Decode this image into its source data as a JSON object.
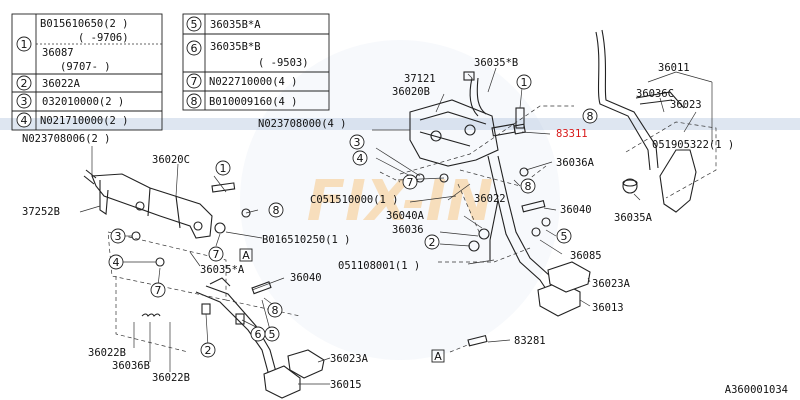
{
  "legend_left": [
    {
      "num": "1",
      "lines": [
        "B015610650(2 )",
        "( -9706)",
        "36087",
        "(9707- )"
      ]
    },
    {
      "num": "2",
      "lines": [
        "36022A"
      ]
    },
    {
      "num": "3",
      "lines": [
        "032010000(2 )"
      ]
    },
    {
      "num": "4",
      "lines": [
        "N021710000(2 )"
      ]
    }
  ],
  "legend_right": [
    {
      "num": "5",
      "lines": [
        "36035B*A"
      ]
    },
    {
      "num": "6",
      "lines": [
        "36035B*B",
        "( -9503)"
      ]
    },
    {
      "num": "7",
      "lines": [
        "N022710000(4 )"
      ]
    },
    {
      "num": "8",
      "lines": [
        "B010009160(4 )"
      ]
    }
  ],
  "callouts": {
    "n023708006": "N023708006(2 )",
    "p36020C": "36020C",
    "p37252B": "37252B",
    "b016510250": "B016510250(1 )",
    "p36035A_star": "36035*A",
    "p36040_left": "36040",
    "p36022B_1": "36022B",
    "p36036B": "36036B",
    "p36022B_2": "36022B",
    "p36023A_left": "36023A",
    "p36015": "36015",
    "p37121": "37121",
    "p36035B_star": "36035*B",
    "p36020B": "36020B",
    "n023708000": "N023708000(4 )",
    "p83311": "83311",
    "p36036A": "36036A",
    "c051510000": "C051510000(1 )",
    "p36022": "36022",
    "p36040A": "36040A",
    "p36036": "36036",
    "p36040_right": "36040",
    "p36085": "36085",
    "p051108001": "051108001(1 )",
    "p36023A_right": "36023A",
    "p36013": "36013",
    "p83281": "83281",
    "p36011": "36011",
    "p36036C": "36036C",
    "p36023": "36023",
    "p051905322": "051905322(1 )",
    "p36035A": "36035A",
    "ref_a": "A",
    "diagram_id": "A360001034"
  },
  "watermark": {
    "text": "FIX-IN",
    "color": "#e8a040",
    "band_color": "#2f5fa8"
  },
  "colors": {
    "highlight": "#d81818",
    "ink": "#111111"
  }
}
